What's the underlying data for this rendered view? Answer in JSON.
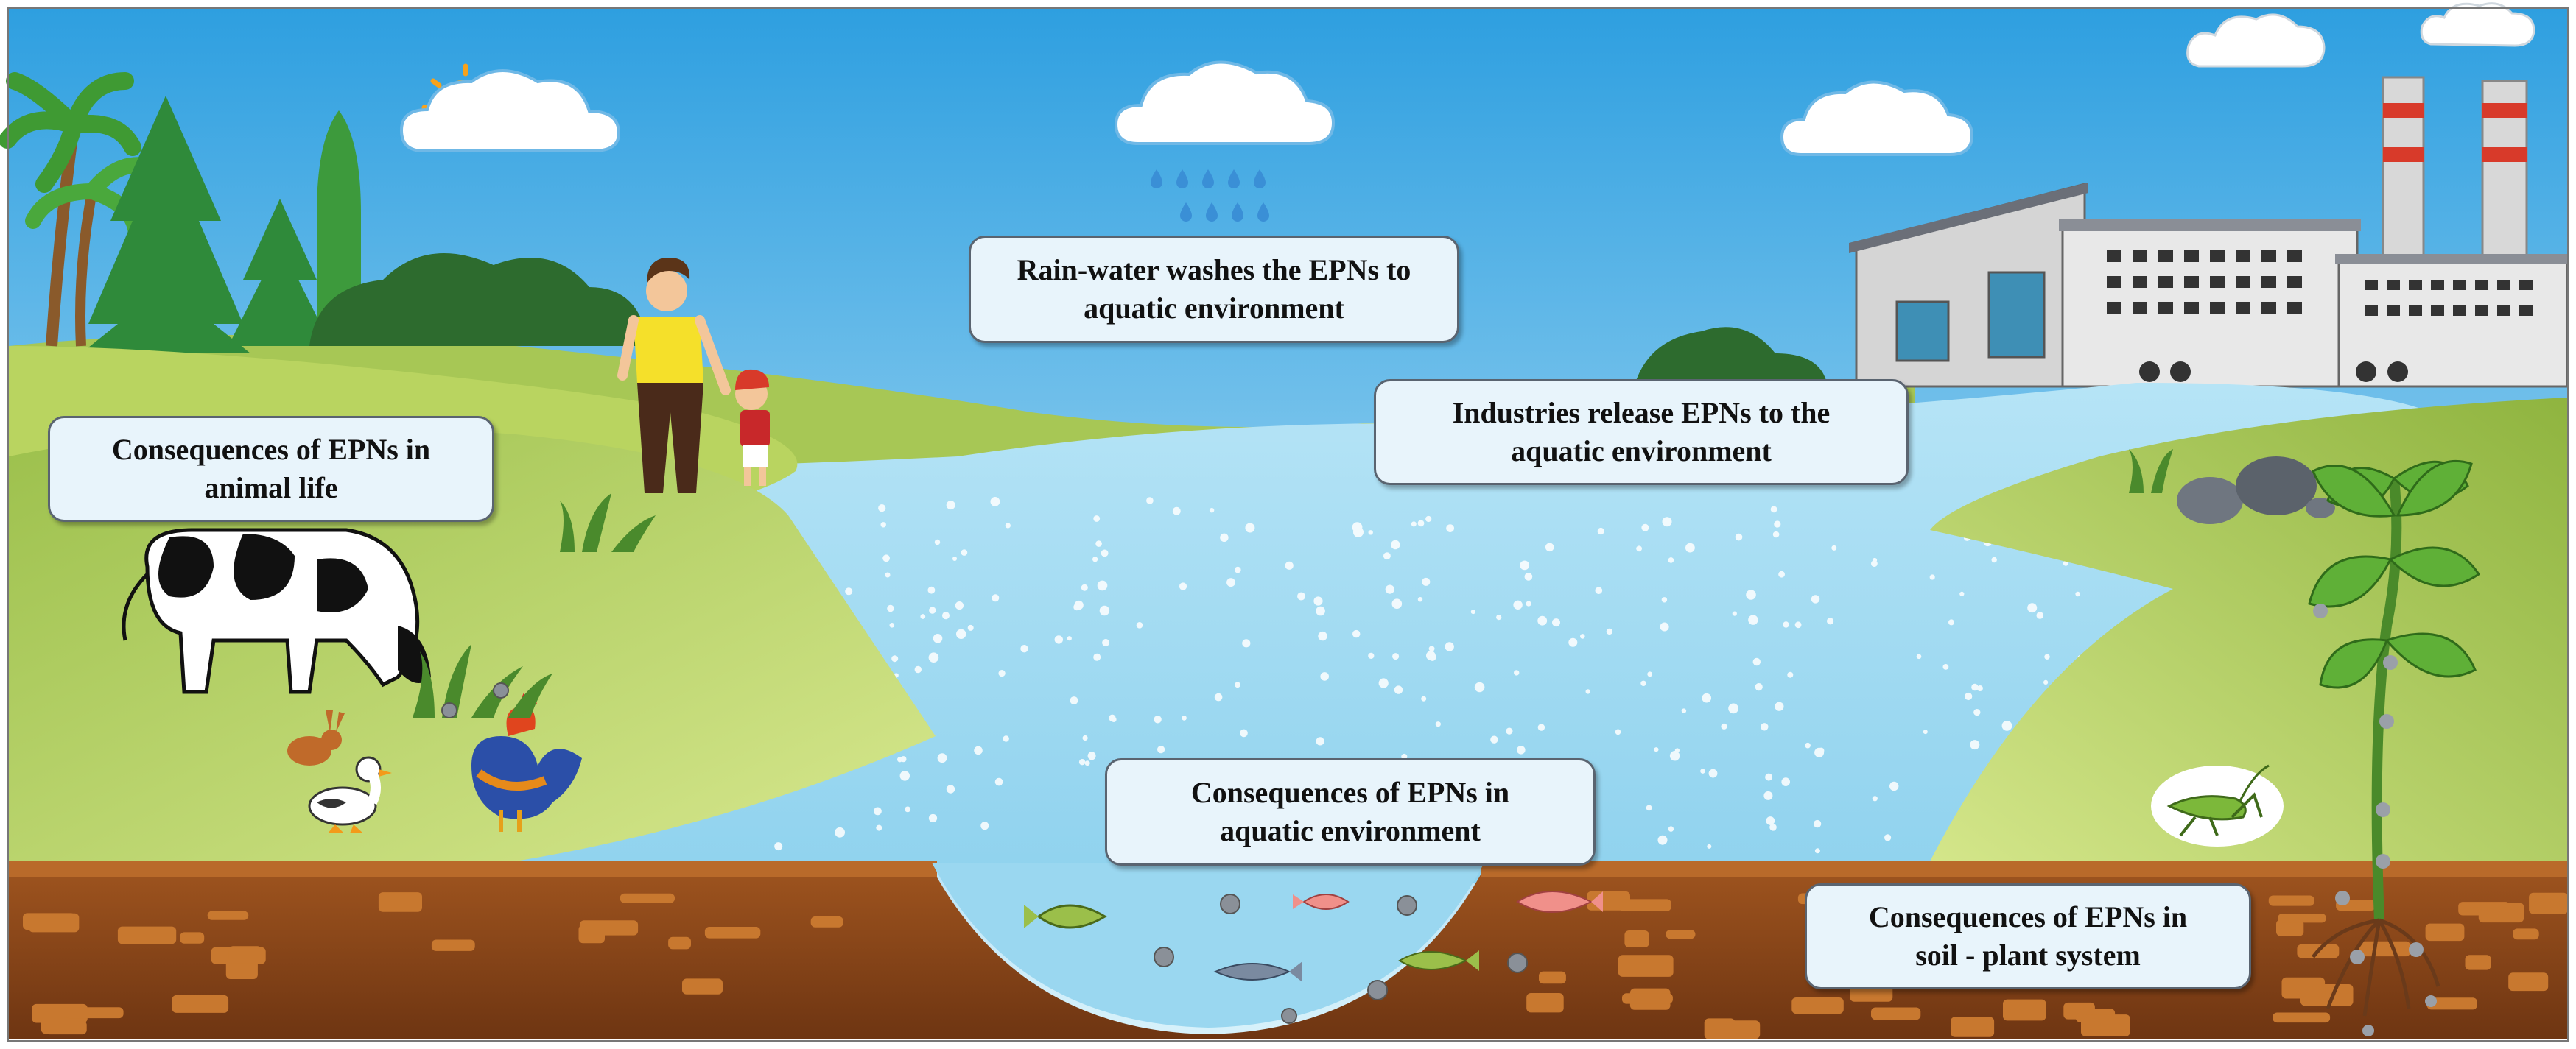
{
  "labels": {
    "rain": [
      "Rain-water washes the EPNs to",
      "aquatic environment"
    ],
    "industry": [
      "Industries release EPNs to the",
      "aquatic environment"
    ],
    "animal": [
      "Consequences of EPNs in",
      "animal life"
    ],
    "aquatic": [
      "Consequences of EPNs in",
      "aquatic environment"
    ],
    "soil": [
      "Consequences of EPNs in",
      "soil - plant system"
    ]
  },
  "colors": {
    "sky_top": "#2e9fe0",
    "sky_bottom": "#cdeefa",
    "water": "#a6dcf2",
    "grass_light": "#c9e07a",
    "grass_dark": "#7fa83a",
    "soil": "#8a4a1f",
    "soil_stone": "#c0702e",
    "label_box": "#e8f4fb",
    "label_border": "#5a6470"
  },
  "icons": [
    "sun-icon",
    "cloud-icon",
    "rain-drops-icon",
    "factory-icon",
    "tree-icon",
    "palm-tree-icon",
    "person-icon",
    "child-icon",
    "cow-icon",
    "rabbit-icon",
    "duck-icon",
    "rooster-icon",
    "fish-icon",
    "grasshopper-icon",
    "plant-icon",
    "rock-icon",
    "particle-icon"
  ]
}
